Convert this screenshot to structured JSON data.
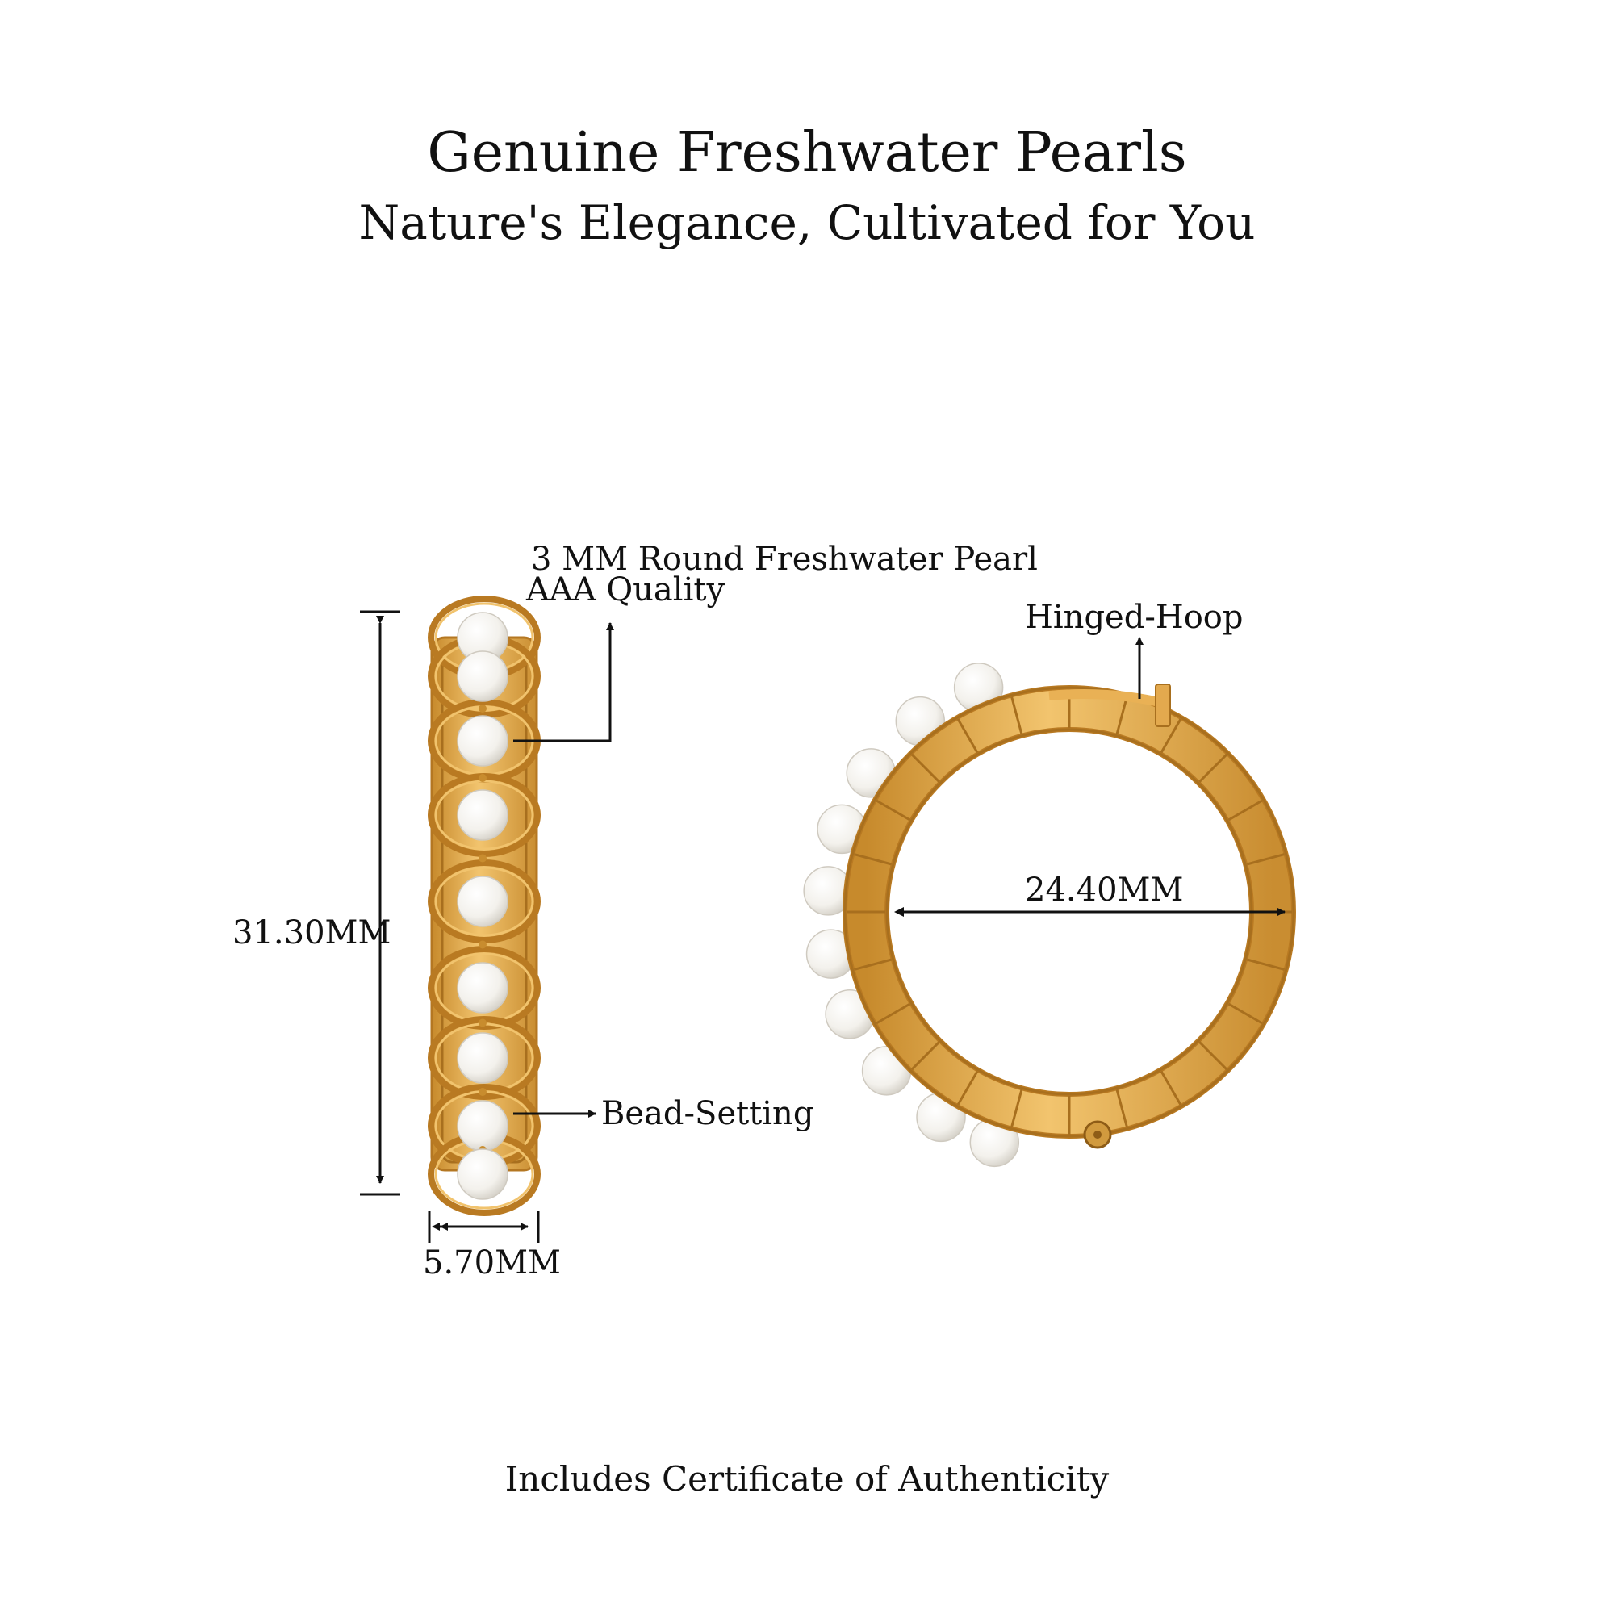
{
  "header": {
    "title": "Genuine Freshwater Pearls",
    "subtitle": "Nature's Elegance, Cultivated for You"
  },
  "annotations": {
    "pearl_line1": "3 MM Round Freshwater Pearl",
    "pearl_line2": "AAA Quality",
    "hinge": "Hinged-Hoop",
    "height": "31.30MM",
    "width": "5.70MM",
    "diameter": "24.40MM",
    "setting": "Bead-Setting"
  },
  "footer": {
    "text": "Includes Certificate of Authenticity"
  },
  "colors": {
    "gold": "#e0a545",
    "gold_dark": "#b97a22",
    "gold_light": "#f6cf7c",
    "pearl": "#f7f6f3",
    "ink": "#111111"
  }
}
